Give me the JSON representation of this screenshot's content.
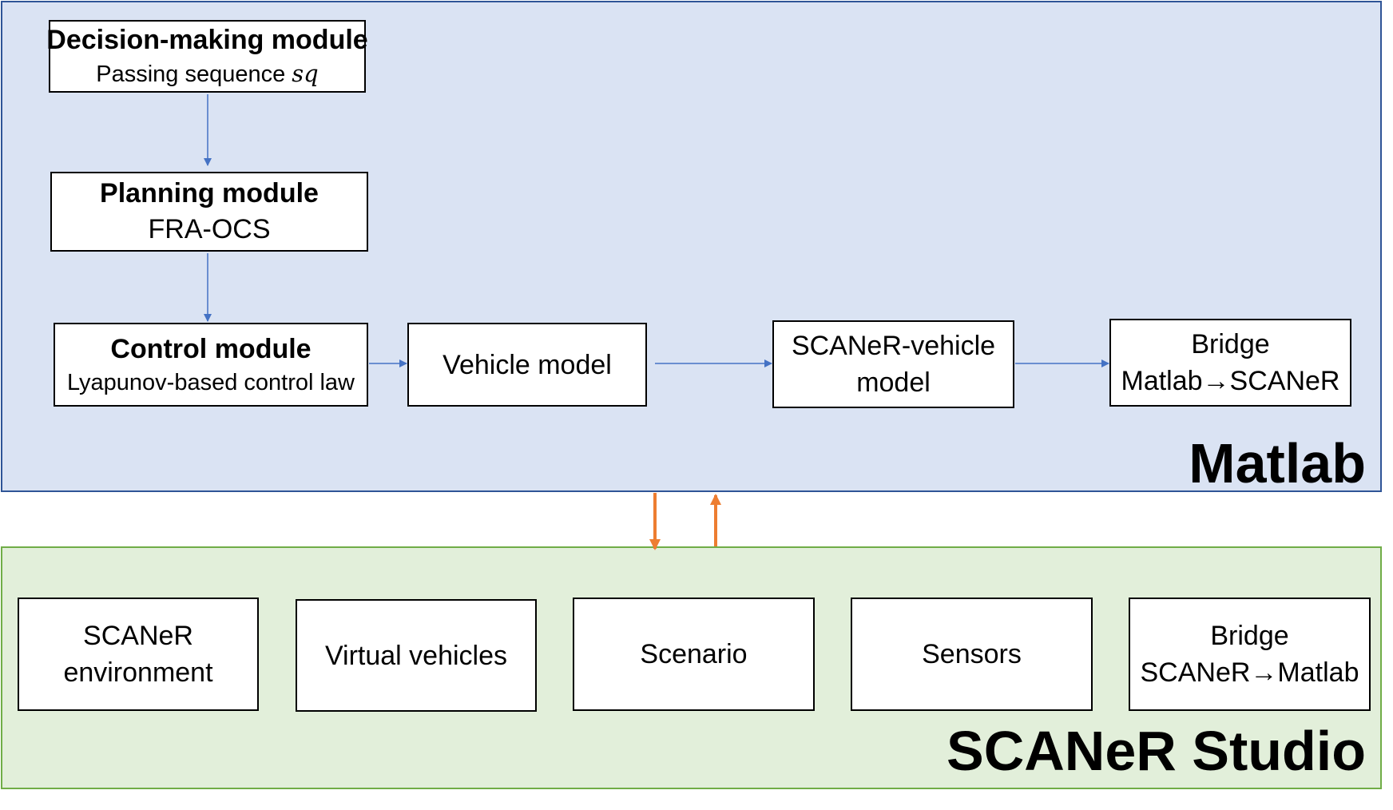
{
  "matlab": {
    "title": "Matlab",
    "decision": {
      "title": "Decision-making module",
      "subtitle": "Passing sequence",
      "symbol": "sq"
    },
    "planning": {
      "title": "Planning module",
      "subtitle": "FRA-OCS"
    },
    "control": {
      "title": "Control module",
      "subtitle": "Lyapunov-based control law"
    },
    "vehicle_model": "Vehicle model",
    "scaner_vehicle": {
      "line1": "SCANeR-vehicle",
      "line2": "model"
    },
    "bridge": {
      "line1": "Bridge",
      "line2": "Matlab→SCANeR"
    }
  },
  "scaner": {
    "title": "SCANeR Studio",
    "environment": {
      "line1": "SCANeR",
      "line2": "environment"
    },
    "virtual_vehicles": "Virtual vehicles",
    "scenario": "Scenario",
    "sensors": "Sensors",
    "bridge": {
      "line1": "Bridge",
      "line2": "SCANeR→Matlab"
    }
  },
  "colors": {
    "matlab_fill": "#dae3f3",
    "matlab_border": "#2f5597",
    "scaner_fill": "#e2efda",
    "scaner_border": "#70ad47",
    "flow_arrow": "#4472c4",
    "exchange_arrow": "#ed7d31"
  }
}
